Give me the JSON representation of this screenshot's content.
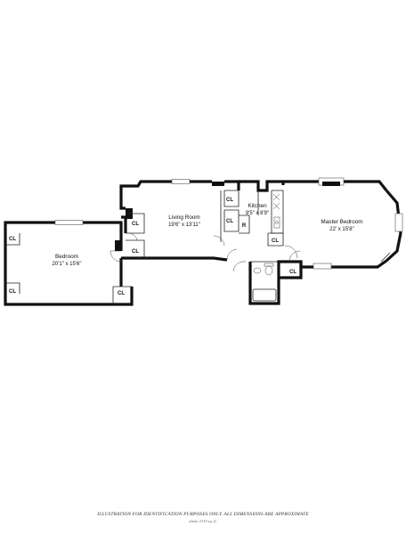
{
  "rooms": {
    "bedroom": {
      "name": "Bedroom",
      "dims": "20'1\" x 15'6\""
    },
    "living_room": {
      "name": "Living Room",
      "dims": "19'6\" x 13'11\""
    },
    "kitchen": {
      "name": "Kitchen",
      "dims": "9'5\" x 8'9\""
    },
    "master_bedroom": {
      "name": "Master Bedroom",
      "dims": "22' x 15'8\""
    }
  },
  "labels": {
    "closet": "CL",
    "refrigerator": "R"
  },
  "footer": {
    "disclaimer": "ILLUSTRATION FOR IDENTIFICATION PURPOSES ONLY. ALL DIMENSIONS ARE APPROXIMATE",
    "measure": "about 2110 sq. ft."
  }
}
